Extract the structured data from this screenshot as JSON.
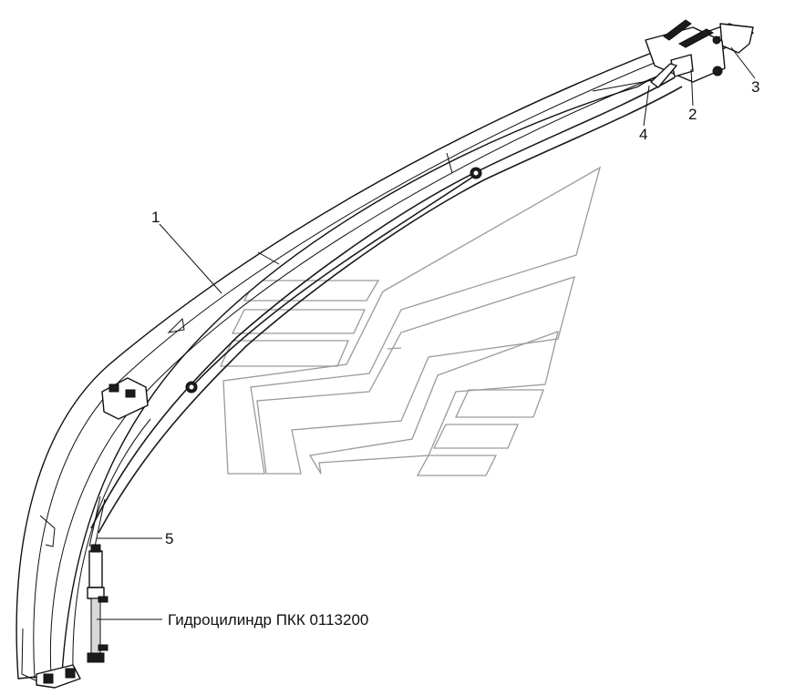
{
  "callouts": {
    "c1": "1",
    "c2": "2",
    "c3": "3",
    "c4": "4",
    "c5": "5",
    "cylinder": "Гидроцилиндр ПКК 0113200"
  }
}
